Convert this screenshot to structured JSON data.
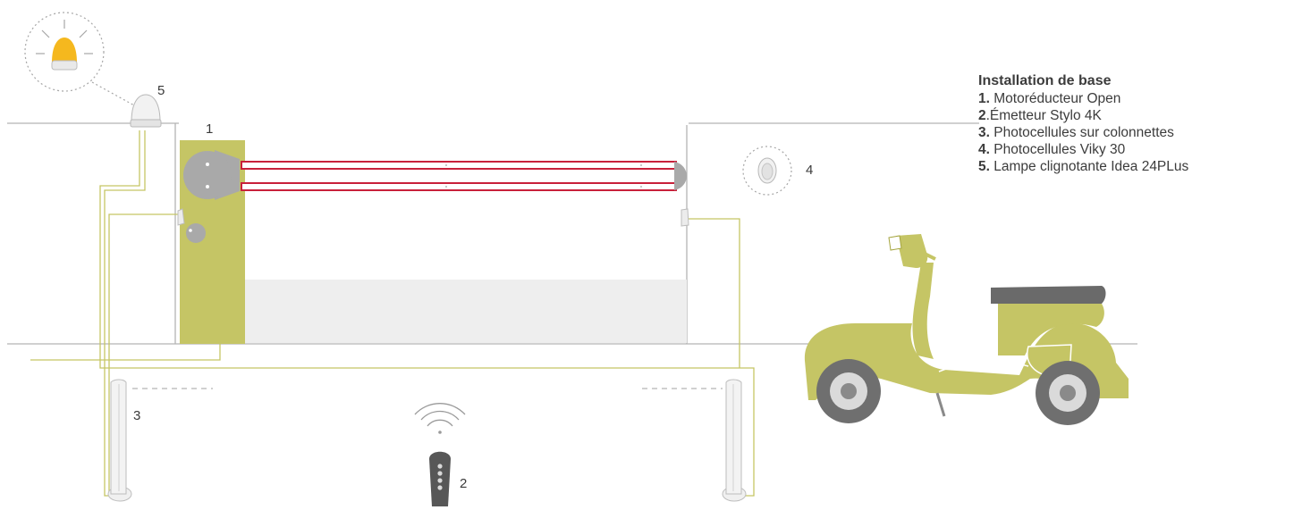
{
  "legend": {
    "title": "Installation de base",
    "items": [
      {
        "num": "1.",
        "text": " Motoréducteur Open"
      },
      {
        "num": "2",
        "text": ".Émetteur Stylo 4K"
      },
      {
        "num": "3.",
        "text": " Photocellules sur colonnettes"
      },
      {
        "num": "4.",
        "text": " Photocellules Viky 30"
      },
      {
        "num": "5.",
        "text": " Lampe clignotante Idea 24PLus"
      }
    ]
  },
  "callouts": {
    "lamp": "5",
    "motor": "1",
    "photocell_wall": "4",
    "column": "3",
    "remote": "2"
  },
  "colors": {
    "accent": "#c5c565",
    "beam_red": "#c8203a",
    "lamp_amber": "#f5b81e",
    "line_gray": "#b3b3b3",
    "ground_fill": "#eeeeee"
  },
  "icons": [
    "flashing-lamp-icon",
    "motor-unit-icon",
    "barrier-arm-icon",
    "photocell-icon",
    "column-photocell-icon",
    "remote-control-icon",
    "wireless-signal-icon",
    "scooter-icon"
  ]
}
